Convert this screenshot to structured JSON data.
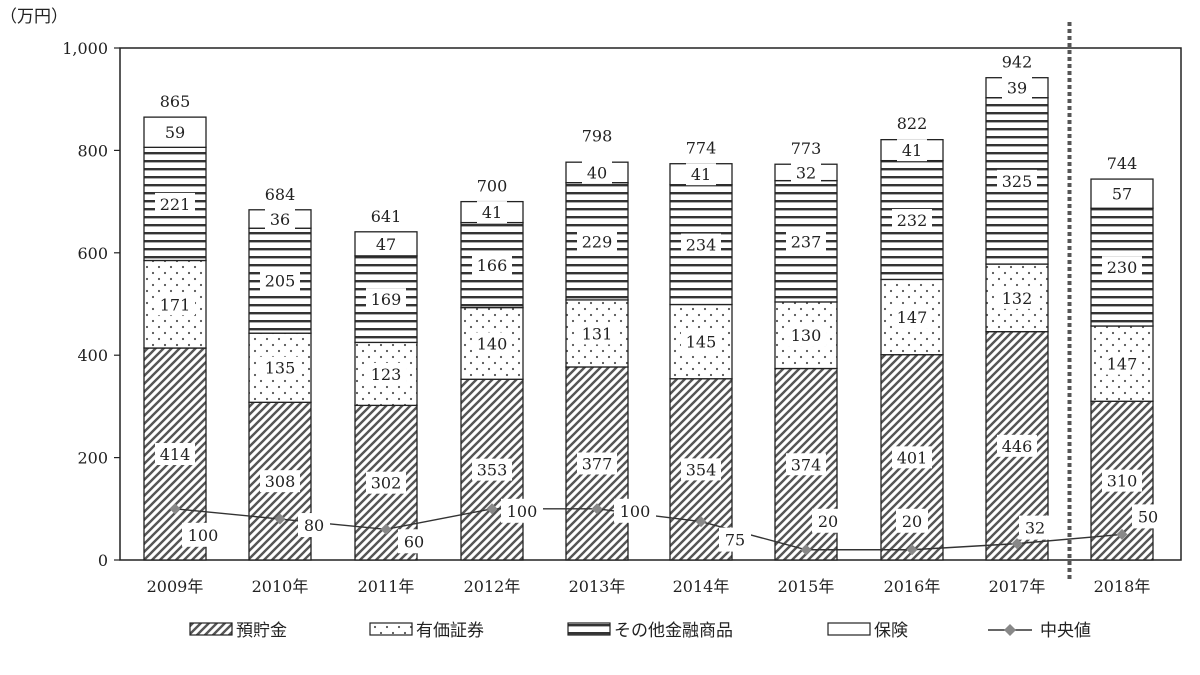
{
  "chart_data": {
    "type": "bar",
    "unit_label": "（万円）",
    "ylim": [
      0,
      1000
    ],
    "yticks": [
      0,
      200,
      400,
      600,
      800,
      1000
    ],
    "ytick_labels": [
      "0",
      "200",
      "400",
      "600",
      "800",
      "1,000"
    ],
    "categories": [
      "2009年",
      "2010年",
      "2011年",
      "2012年",
      "2013年",
      "2014年",
      "2015年",
      "2016年",
      "2017年",
      "2018年"
    ],
    "series": [
      {
        "name": "預貯金",
        "pattern": "diagonal",
        "values": [
          414,
          308,
          302,
          353,
          377,
          354,
          374,
          401,
          446,
          310
        ]
      },
      {
        "name": "有価証券",
        "pattern": "dots",
        "values": [
          171,
          135,
          123,
          140,
          131,
          145,
          130,
          147,
          132,
          147
        ]
      },
      {
        "name": "その他金融商品",
        "pattern": "horizontal",
        "values": [
          221,
          205,
          169,
          166,
          229,
          234,
          237,
          232,
          325,
          230
        ]
      },
      {
        "name": "保険",
        "pattern": "plain",
        "values": [
          59,
          36,
          47,
          41,
          40,
          41,
          32,
          41,
          39,
          57
        ]
      }
    ],
    "totals": [
      865,
      684,
      641,
      700,
      798,
      774,
      773,
      822,
      942,
      744
    ],
    "line_series": {
      "name": "中央値",
      "values": [
        100,
        80,
        60,
        100,
        100,
        75,
        20,
        20,
        32,
        50
      ],
      "color": "#888888"
    },
    "divider_after_index": 8,
    "legend_position": "bottom"
  }
}
